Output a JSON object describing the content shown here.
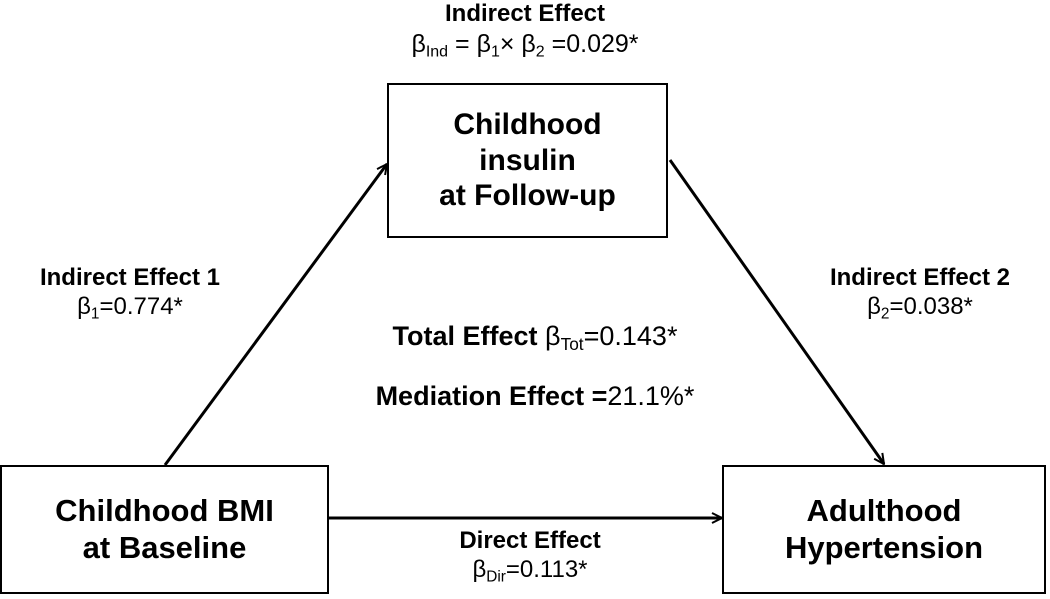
{
  "nodes": {
    "mediator": {
      "lines": [
        "Childhood",
        "insulin",
        "at Follow-up"
      ]
    },
    "exposure": {
      "lines": [
        "Childhood BMI",
        "at Baseline"
      ]
    },
    "outcome": {
      "lines": [
        "Adulthood",
        "Hypertension"
      ]
    }
  },
  "labels": {
    "indirect": {
      "title": "Indirect Effect",
      "beta": "β",
      "sub": "Ind",
      "eq1": " = β",
      "sub1": "1",
      "times": "× β",
      "sub2": "2",
      "value": " =0.029*"
    },
    "indirect1": {
      "title": "Indirect Effect 1",
      "beta": "β",
      "sub": "1",
      "value": "=0.774*"
    },
    "indirect2": {
      "title": "Indirect Effect 2",
      "beta": "β",
      "sub": "2",
      "value": "=0.038*"
    },
    "total": {
      "title": "Total Effect ",
      "beta": "β",
      "sub": "Tot",
      "value": "=0.143*"
    },
    "mediation": {
      "title": "Mediation Effect =",
      "value": "21.1%*"
    },
    "direct": {
      "title": "Direct Effect",
      "beta": "β",
      "sub": "Dir",
      "value": "=0.113*"
    }
  },
  "colors": {
    "ink": "#000000",
    "background": "#ffffff"
  }
}
